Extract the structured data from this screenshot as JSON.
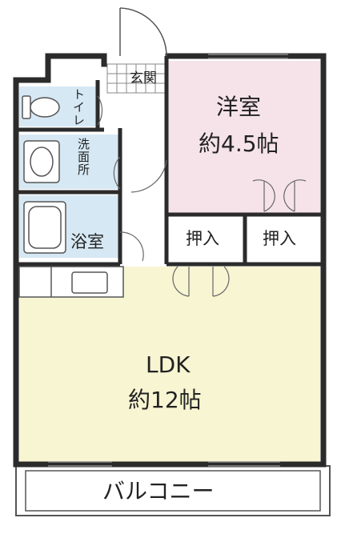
{
  "rooms": {
    "western": {
      "name": "洋室",
      "size": "約4.5帖"
    },
    "closet_left": {
      "name": "押入"
    },
    "closet_right": {
      "name": "押入"
    },
    "ldk": {
      "name": "LDK",
      "size": "約12帖"
    },
    "entrance": {
      "name": "玄関"
    },
    "toilet": {
      "name": "トイレ"
    },
    "washroom": {
      "name": "洗面所"
    },
    "bath": {
      "name": "浴室"
    },
    "balcony": {
      "name": "バルコニー"
    }
  },
  "colors": {
    "wall": "#2b2b2b",
    "western_floor": "#f6e3ea",
    "ldk_floor": "#f7f5d2",
    "wet_area": "#d6e8f3",
    "white": "#ffffff"
  }
}
